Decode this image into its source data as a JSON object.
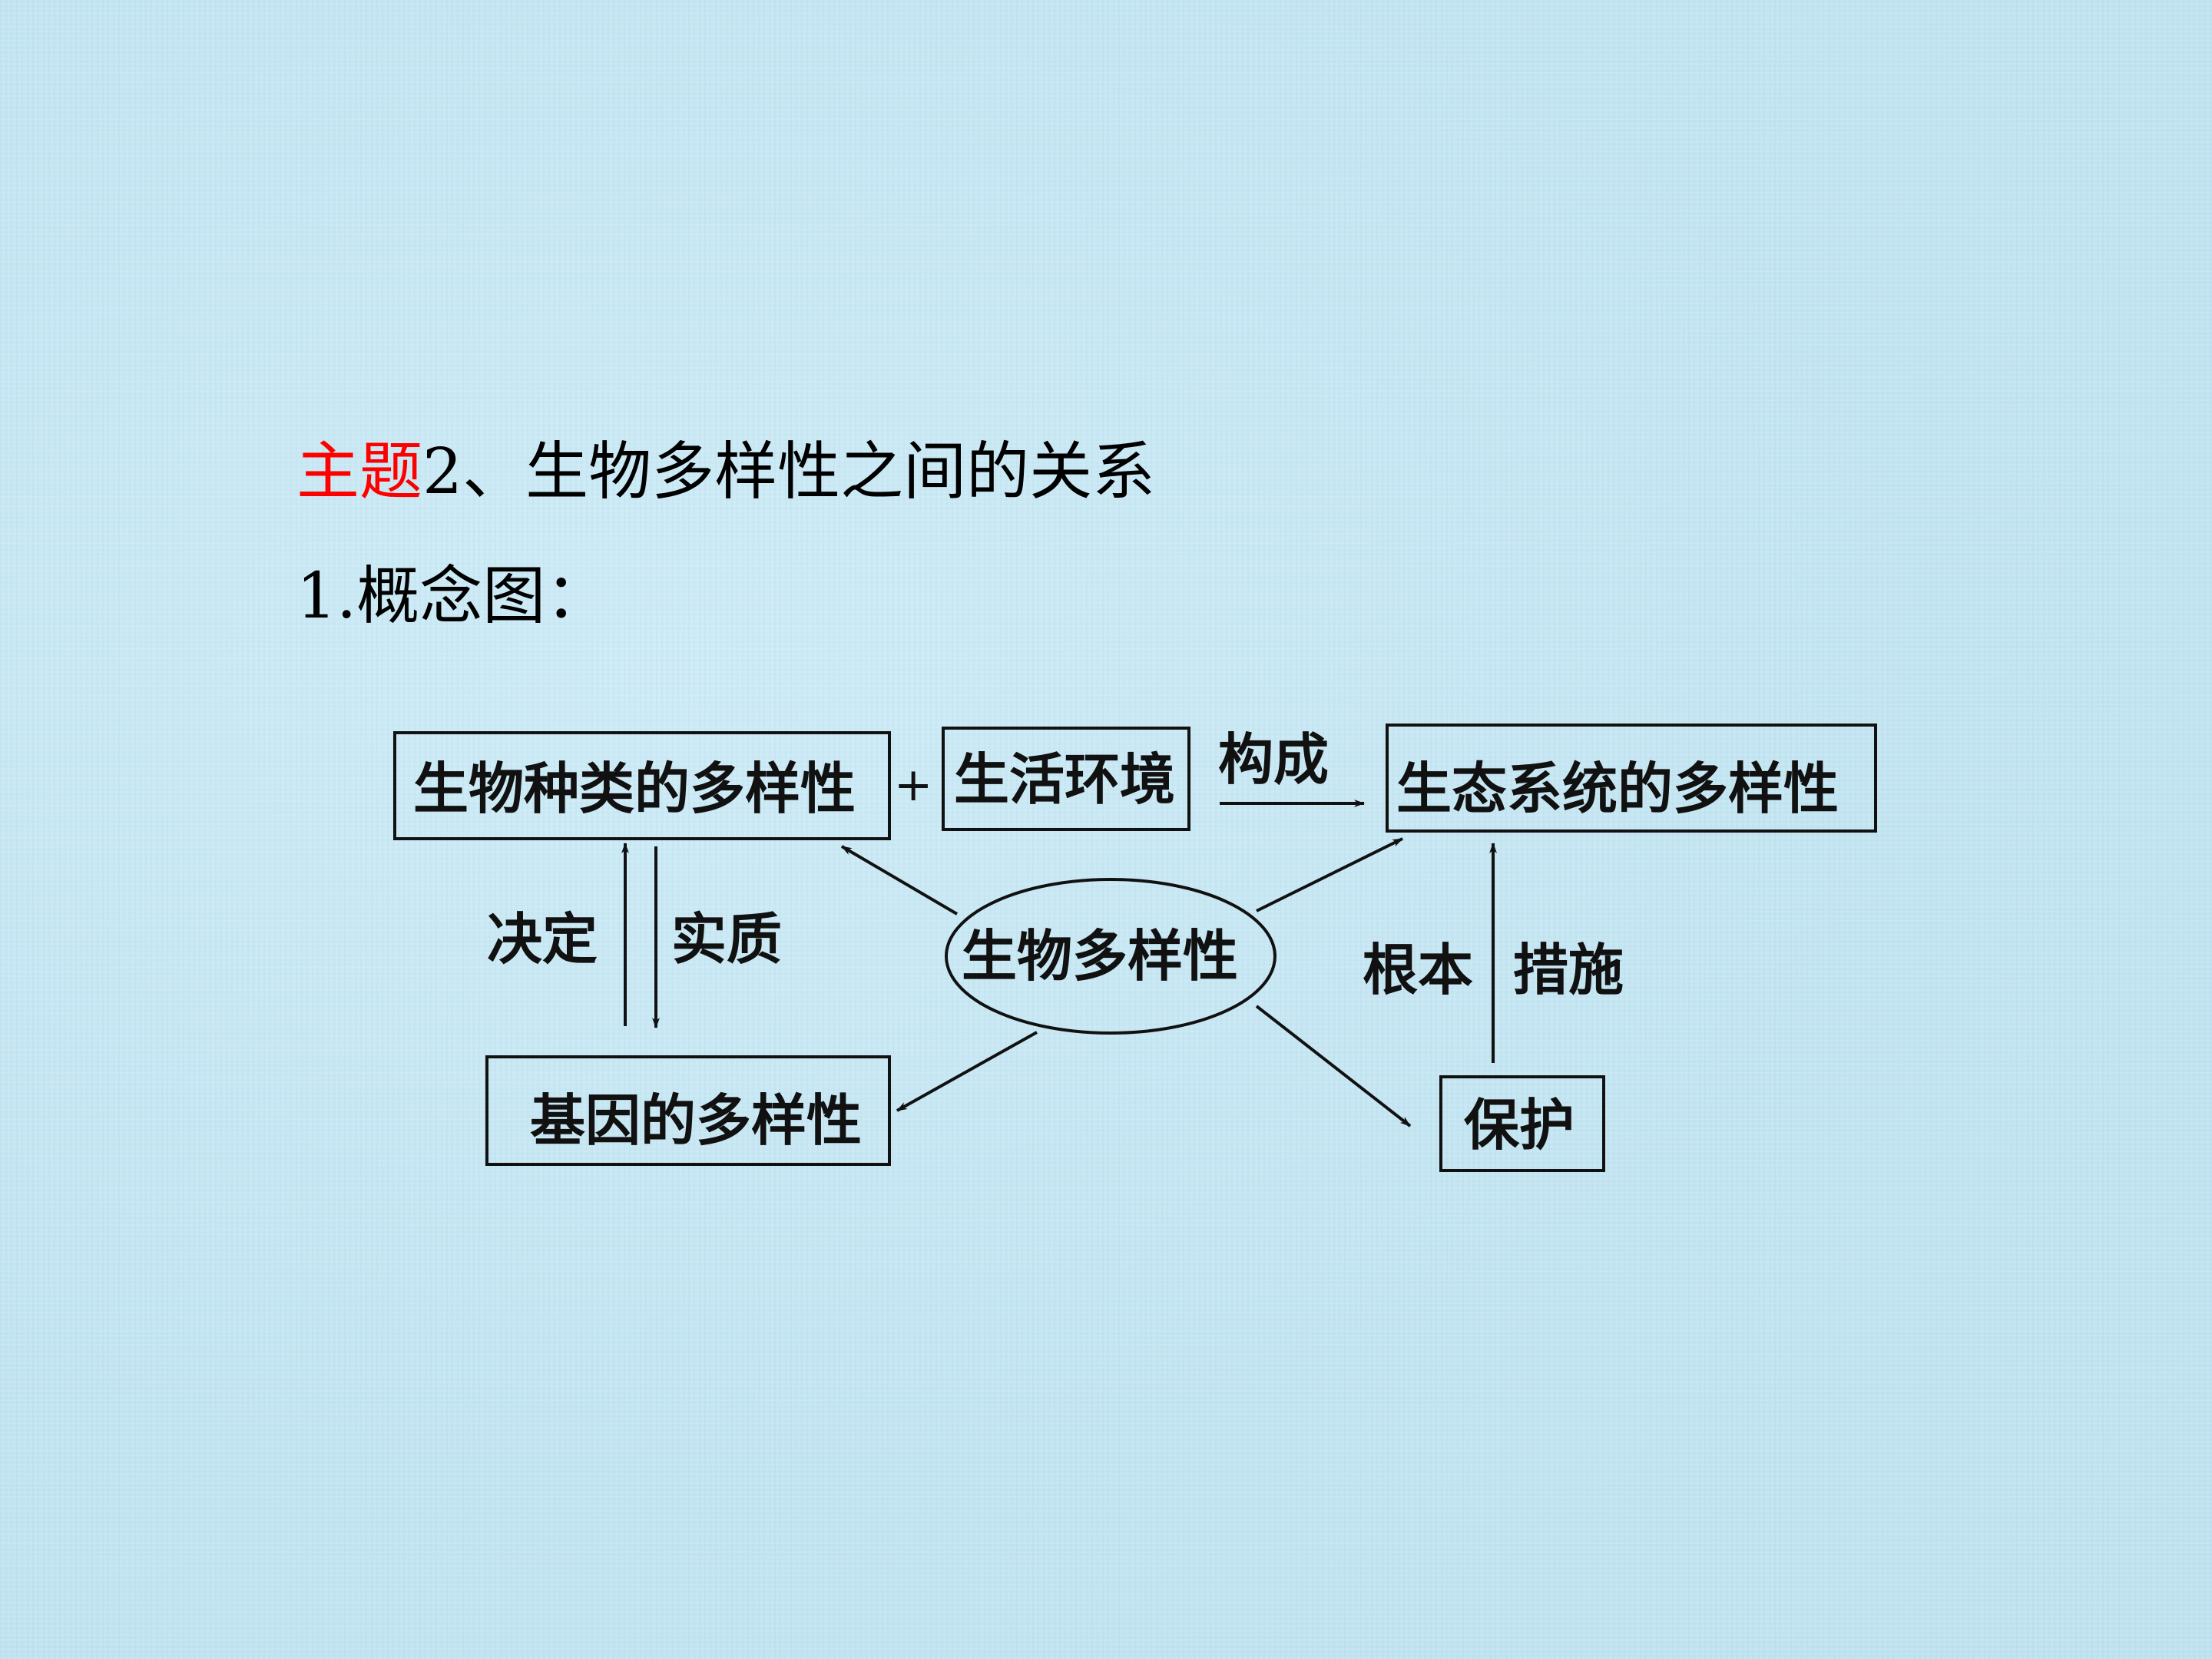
{
  "title": {
    "accent": "主题",
    "rest": "2、生物多样性之间的关系"
  },
  "subtitle": "1.概念图：",
  "diagram": {
    "nodes": {
      "species": "生物种类的多样性",
      "plus": "+",
      "habitat": "生活环境",
      "ecosystem": "生态系统的多样性",
      "center": "生物多样性",
      "gene": "基因的多样性",
      "protect": "保护"
    },
    "edge_labels": {
      "constitute": "构成",
      "determine": "决定",
      "essence": "实质",
      "fundamental": "根本",
      "measure": "措施"
    }
  },
  "colors": {
    "background": "#c6e8f4",
    "accent": "#ff0000",
    "text": "#000000"
  }
}
